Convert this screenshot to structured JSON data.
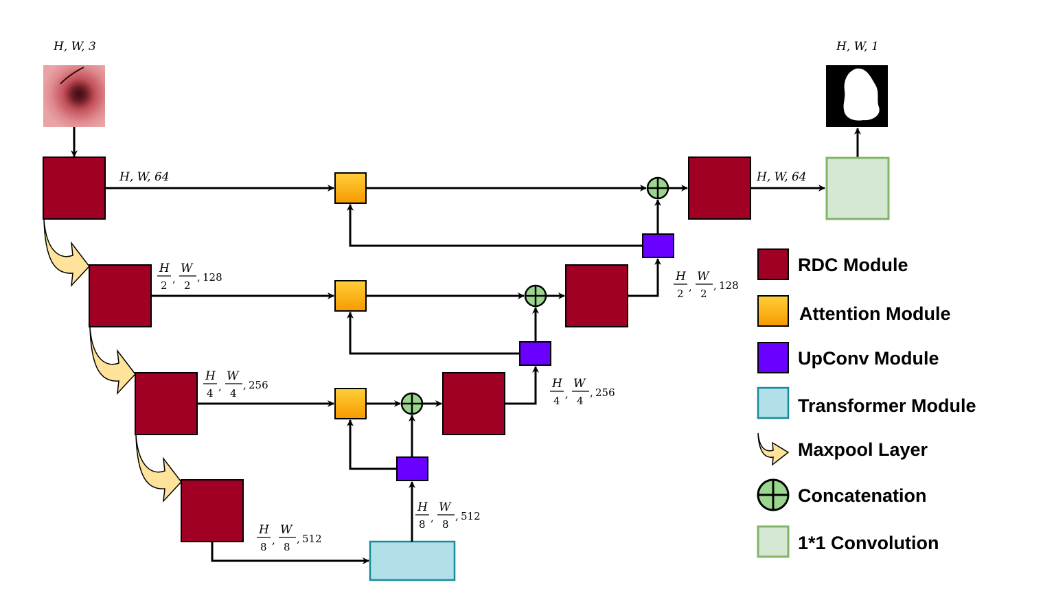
{
  "labels": {
    "input_dims": "H, W, 3",
    "output_dims": "H, W, 1",
    "enc1_dims": "H, W, 64",
    "dec1_dims": "H, W, 64",
    "half": {
      "num1": "H",
      "num2": "W",
      "den": "2",
      "ch": "128"
    },
    "quarter": {
      "num1": "H",
      "num2": "W",
      "den": "4",
      "ch": "256"
    },
    "eighth": {
      "num1": "H",
      "num2": "W",
      "den": "8",
      "ch": "512"
    }
  },
  "legend": [
    {
      "label": "RDC Module",
      "kind": "rdc",
      "color": "#a10025"
    },
    {
      "label": "Attention Module",
      "kind": "attention",
      "color": "#fdb400"
    },
    {
      "label": "UpConv Module",
      "kind": "upconv",
      "color": "#6a00ff"
    },
    {
      "label": "Transformer Module",
      "kind": "transformer",
      "color": "#b1e0e8"
    },
    {
      "label": "Maxpool Layer",
      "kind": "maxpool",
      "color": "#ffe39a"
    },
    {
      "label": "Concatenation",
      "kind": "concat",
      "color": "#9bd68f"
    },
    {
      "label": "1*1 Convolution",
      "kind": "conv1x1",
      "color": "#d5e8d4"
    }
  ],
  "colors": {
    "rdc": "#a10025",
    "attention_top": "#ffcf3a",
    "attention_bottom": "#f79a00",
    "upconv": "#6a00ff",
    "transformer": "#b1e0e8",
    "transformer_border": "#168a9c",
    "maxpool": "#ffe39a",
    "concat": "#9bd68f",
    "conv1x1": "#d5e8d4",
    "conv1x1_border": "#82b366"
  }
}
